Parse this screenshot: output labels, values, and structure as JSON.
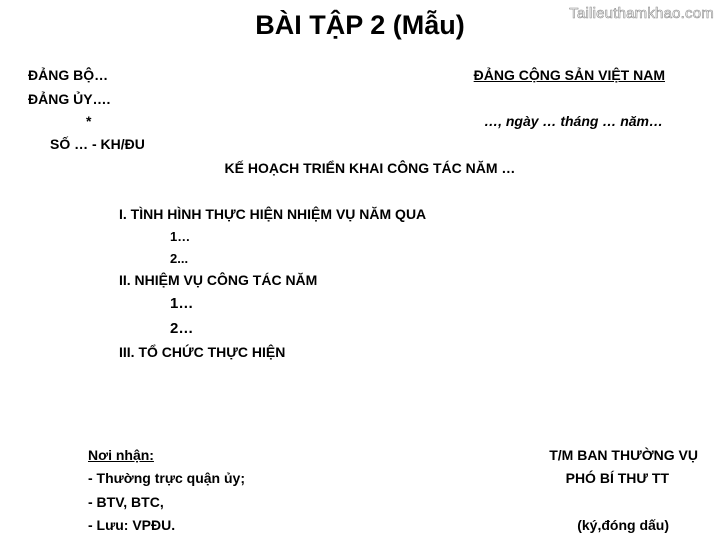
{
  "watermark": "Tailieuthamkhao.com",
  "title": "BÀI TẬP 2 (Mẫu)",
  "header": {
    "left_line1": "ĐẢNG BỘ…",
    "left_line2": "ĐẢNG ỦY….",
    "left_star": "*",
    "left_number": "SỐ … - KH/ĐU",
    "right_line1": "ĐẢNG CỘNG SẢN VIỆT NAM",
    "right_date": "…, ngày … tháng … năm…"
  },
  "plan_title": "KẾ HOẠCH TRIỂN KHAI CÔNG TÁC NĂM …",
  "sections": [
    {
      "heading": "I. TÌNH HÌNH THỰC HIỆN NHIỆM VỤ NĂM QUA",
      "items": [
        "1…",
        "2..."
      ]
    },
    {
      "heading": "II. NHIỆM VỤ CÔNG TÁC NĂM",
      "items": [
        "1…",
        "2…"
      ]
    },
    {
      "heading": "III. TỔ CHỨC THỰC HIỆN",
      "items": []
    }
  ],
  "recipients": {
    "label": "Nơi nhận:",
    "lines": [
      "- Thường trực quận ủy;",
      "- BTV, BTC,",
      "-  Lưu: VPĐU."
    ]
  },
  "signature": {
    "line1": "T/M BAN THƯỜNG VỤ",
    "line2": "PHÓ BÍ THƯ TT",
    "line3": "(ký,đóng dấu)"
  }
}
